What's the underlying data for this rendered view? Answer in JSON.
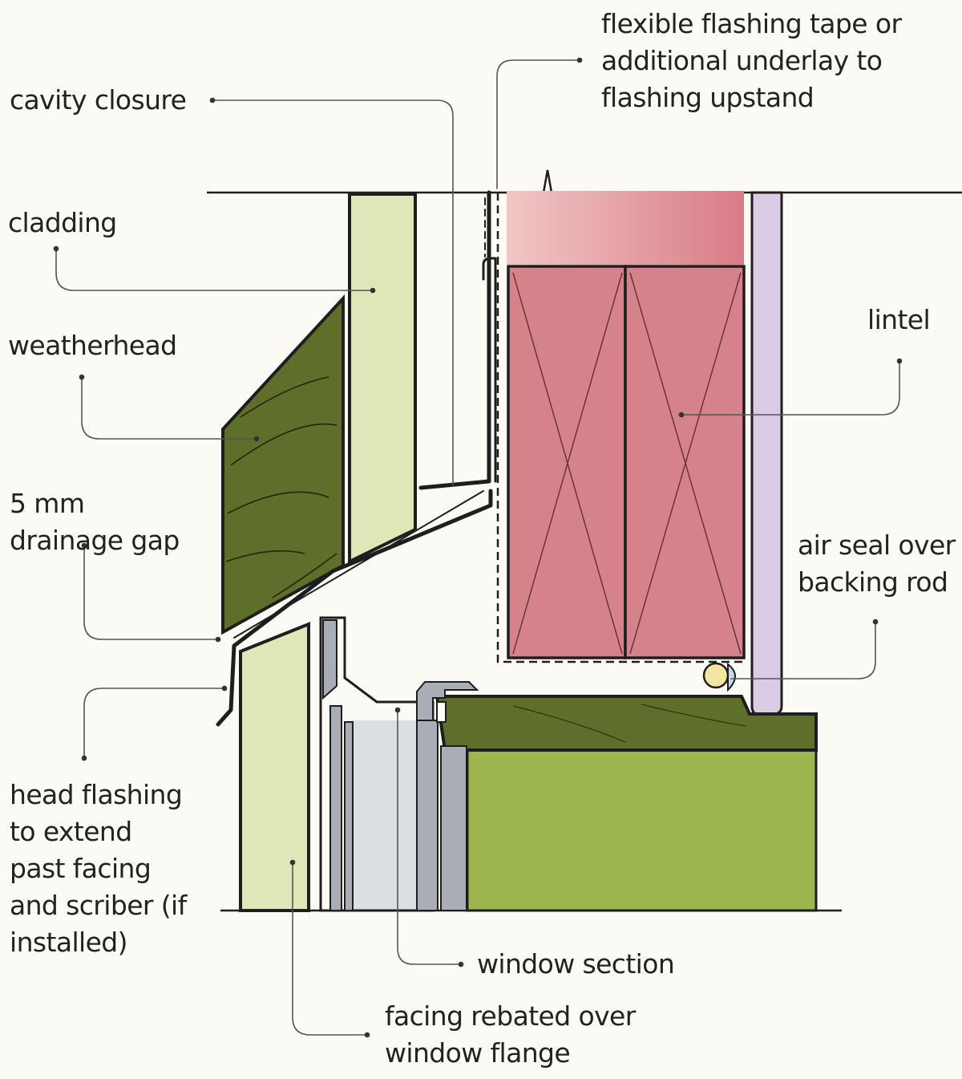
{
  "diagram": {
    "labels": {
      "flashing_tape": [
        "flexible flashing tape or",
        "additional underlay to",
        "flashing upstand"
      ],
      "cavity_closure": [
        "cavity closure"
      ],
      "cladding": [
        "cladding"
      ],
      "weatherhead": [
        "weatherhead"
      ],
      "drainage_gap": [
        "5 mm",
        "drainage gap"
      ],
      "lintel": [
        "lintel"
      ],
      "air_seal": [
        "air seal over",
        "backing rod"
      ],
      "head_flashing": [
        "head flashing",
        "to extend",
        "past facing",
        "and scriber (if",
        "installed)"
      ],
      "window_section": [
        "window section"
      ],
      "facing": [
        "facing rebated over",
        "window flange"
      ]
    },
    "colors": {
      "background": "#fbfaf4",
      "lintel_timber": "#d4838a",
      "lintel_top_light": "#f1c6c6",
      "lintel_top_dark": "#d87c86",
      "lining": "#dccbe5",
      "cladding": "#dfe7b8",
      "weatherhead": "#5e6f2a",
      "reveal_board": "#9cb54f",
      "head_board": "#5e6f2a",
      "window_metal": "#a9aeb4",
      "window_glass_zone": "#dcdfe1",
      "backing_rod": "#f1e7a0",
      "air_seal": "#c9d6e8",
      "ink": "#1e1e1e",
      "leader": "#555555"
    }
  }
}
